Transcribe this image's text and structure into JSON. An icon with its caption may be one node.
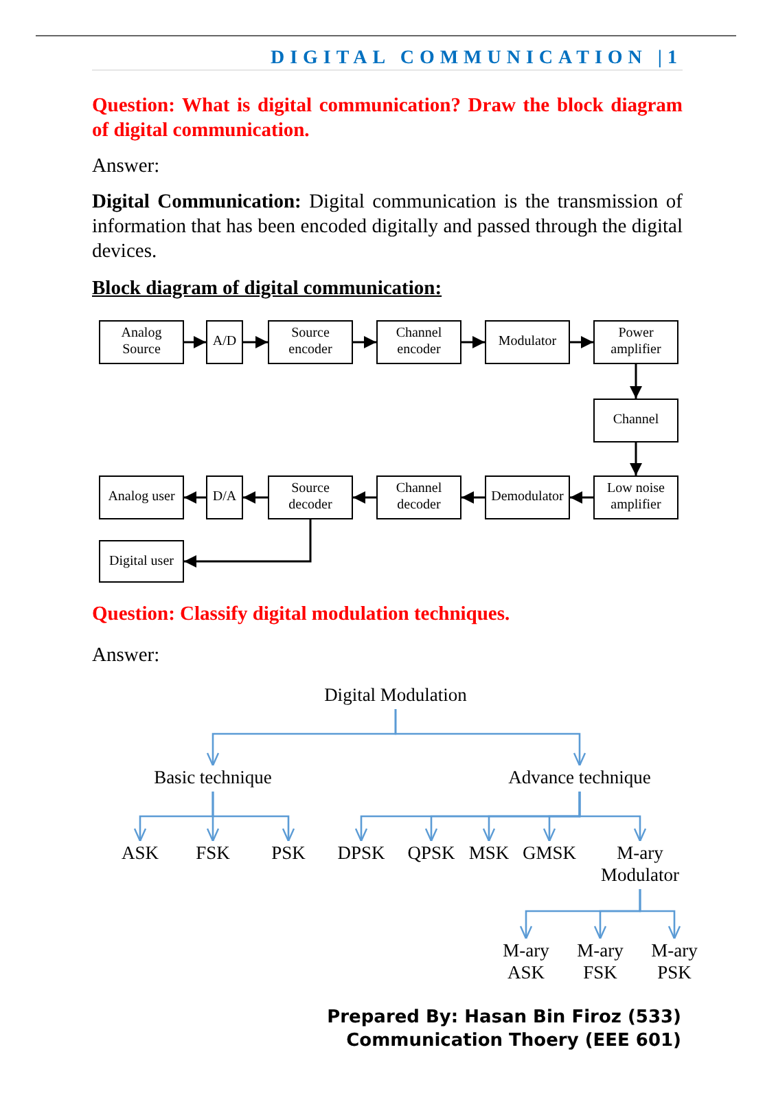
{
  "diagram": {
    "nodes": [
      {
        "text": [
          "Analog Source"
        ]
      },
      {
        "text": [
          "A/D"
        ]
      },
      {
        "text": [
          "Source encoder"
        ]
      },
      {
        "text": [
          "Channel encoder"
        ]
      },
      {
        "text": [
          "Modulator"
        ]
      },
      {
        "text": [
          "Power amplifier"
        ]
      },
      {
        "text": [
          "Channel"
        ]
      },
      {
        "text": [
          "Low noise amplifier"
        ]
      },
      {
        "text": [
          "Demodulator"
        ]
      },
      {
        "text": [
          "Channel decoder"
        ]
      },
      {
        "text": [
          "Source decoder"
        ]
      },
      {
        "text": [
          "D/A"
        ]
      },
      {
        "text": [
          "Analog user"
        ]
      },
      {
        "text": [
          "Digital user"
        ]
      },
      {
        "text": [
          "Digital Modulation"
        ]
      },
      {
        "text": [
          "Basic technique"
        ]
      },
      {
        "text": [
          "Advance technique"
        ]
      },
      {
        "text": [
          "ASK"
        ]
      },
      {
        "text": [
          "FSK"
        ]
      },
      {
        "text": [
          "PSK"
        ]
      },
      {
        "text": [
          "DPSK"
        ]
      },
      {
        "text": [
          "QPSK"
        ]
      },
      {
        "text": [
          "MSK"
        ]
      },
      {
        "text": [
          "GMSK"
        ]
      },
      {
        "text": [
          "M-ary Modulator"
        ]
      },
      {
        "text": [
          "M-ary ASK"
        ]
      },
      {
        "text": [
          "M-ary FSK"
        ]
      },
      {
        "text": [
          "M-ary PSK"
        ]
      }
    ],
    "edges": [
      {
        "from": 0,
        "to": 1,
        "arrow": "to"
      },
      {
        "from": 1,
        "to": 2,
        "arrow": "to"
      },
      {
        "from": 2,
        "to": 3,
        "arrow": "to"
      },
      {
        "from": 3,
        "to": 4,
        "arrow": "to"
      },
      {
        "from": 4,
        "to": 5,
        "arrow": "to"
      },
      {
        "from": 5,
        "to": 6,
        "arrow": "to"
      },
      {
        "from": 6,
        "to": 7,
        "arrow": "to"
      },
      {
        "from": 7,
        "to": 8,
        "arrow": "to"
      },
      {
        "from": 8,
        "to": 9,
        "arrow": "to"
      },
      {
        "from": 9,
        "to": 10,
        "arrow": "to"
      },
      {
        "from": 10,
        "to": 11,
        "arrow": "to"
      },
      {
        "from": 11,
        "to": 12,
        "arrow": "to"
      },
      {
        "from": 10,
        "to": 13,
        "arrow": "to"
      },
      {
        "from": 14,
        "to": 15,
        "arrow": "to",
        "color": "#5b9bd5"
      },
      {
        "from": 14,
        "to": 16,
        "arrow": "to",
        "color": "#5b9bd5"
      },
      {
        "from": 15,
        "to": 17,
        "arrow": "to",
        "color": "#5b9bd5"
      },
      {
        "from": 15,
        "to": 18,
        "arrow": "to",
        "color": "#5b9bd5"
      },
      {
        "from": 15,
        "to": 19,
        "arrow": "to",
        "color": "#5b9bd5"
      },
      {
        "from": 16,
        "to": 20,
        "arrow": "to",
        "color": "#5b9bd5"
      },
      {
        "from": 16,
        "to": 21,
        "arrow": "to",
        "color": "#5b9bd5"
      },
      {
        "from": 16,
        "to": 22,
        "arrow": "to",
        "color": "#5b9bd5"
      },
      {
        "from": 16,
        "to": 23,
        "arrow": "to",
        "color": "#5b9bd5"
      },
      {
        "from": 16,
        "to": 24,
        "arrow": "to",
        "color": "#5b9bd5"
      },
      {
        "from": 24,
        "to": 25,
        "arrow": "to",
        "color": "#5b9bd5"
      },
      {
        "from": 24,
        "to": 26,
        "arrow": "to",
        "color": "#5b9bd5"
      },
      {
        "from": 24,
        "to": 27,
        "arrow": "to",
        "color": "#5b9bd5"
      }
    ],
    "labels": [
      "DIGITAL COMMUNICATION |1",
      "Question: What is digital communication? Draw the block diagram of digital communication.",
      "Answer:",
      "**Digital Communication:** Digital communication is the transmission of information that has been encoded digitally and passed through the digital devices.",
      "Block diagram of digital communication:",
      "Question: Classify digital modulation techniques.",
      "Answer:",
      "Prepared By: Hasan Bin Firoz (533)",
      "Communication Thoery (EEE 601)"
    ]
  }
}
